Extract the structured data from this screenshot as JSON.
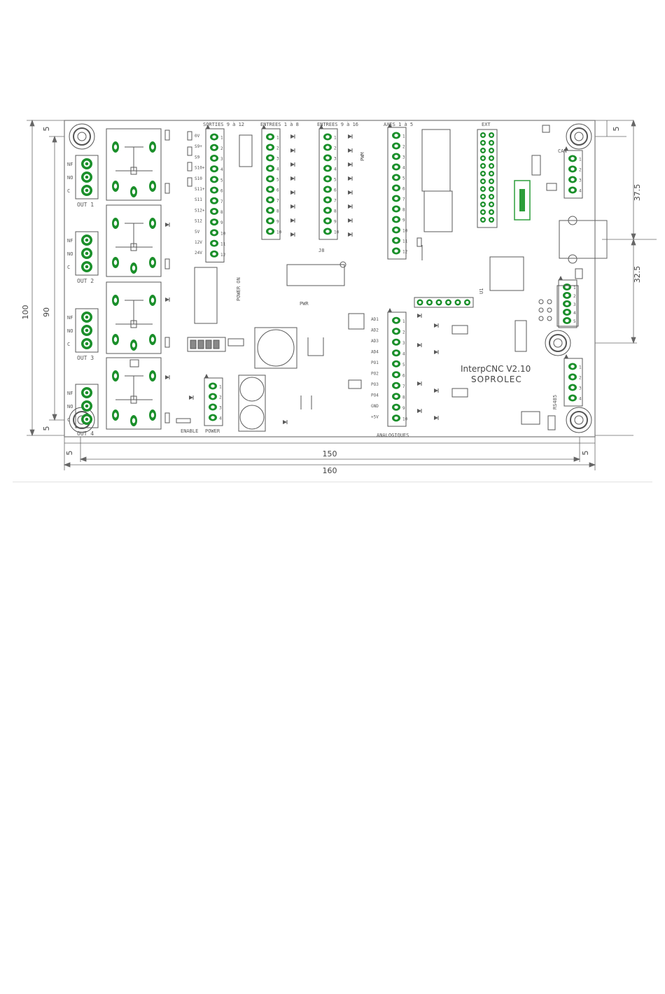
{
  "colors": {
    "pad": "#1a8f2a",
    "pad_hole": "#ffffff",
    "outline": "#5a5a5a",
    "board_edge": "#7a7a7a",
    "dim_line": "#666666",
    "ic_fill": "#ffffff",
    "green_fill": "#2c9e3a"
  },
  "board": {
    "product": "InterpCNC V2.10",
    "maker": "SOPROLEC",
    "power_on": "POWER ON",
    "relay_outputs": [
      "OUT 1",
      "OUT 2",
      "OUT 3",
      "OUT 4"
    ],
    "nf_no_c": [
      "NF",
      "NO",
      "C"
    ],
    "header_sorties": "SORTIES 9 à 12",
    "header_entrees_1_8": "ENTREES 1 à 8",
    "header_entrees_9_16": "ENTREES 9 à 16",
    "header_axes": "AXES 1 à 5",
    "header_ext": "EXT",
    "header_analogiques": "ANALOGIQUES",
    "label_power": "POWER",
    "label_enable": "ENABLE",
    "label_can": "CAN",
    "label_rs485": "RS485",
    "label_u1": "U1",
    "label_j8": "J8",
    "label_pwr": "PWR",
    "label_pwm": "PWM",
    "sorties_pins": [
      "0V",
      "S9+",
      "S9",
      "S10+",
      "S10",
      "S11+",
      "S11",
      "S12+",
      "S12",
      "5V",
      "12V",
      "24V"
    ],
    "analog_pins": [
      "AD1",
      "AD2",
      "AD3",
      "AD4",
      "PO1",
      "PO2",
      "PO3",
      "PO4",
      "GND",
      "+5V"
    ]
  },
  "dimensions": {
    "height_total": "100",
    "height_inner": "90",
    "width_inner": "150",
    "width_total": "160",
    "margin_top": "5",
    "margin_bottom": "5",
    "margin_left": "5",
    "margin_right": "5",
    "margin_top_right": "5",
    "right_upper": "37.5",
    "right_lower": "32.5"
  }
}
